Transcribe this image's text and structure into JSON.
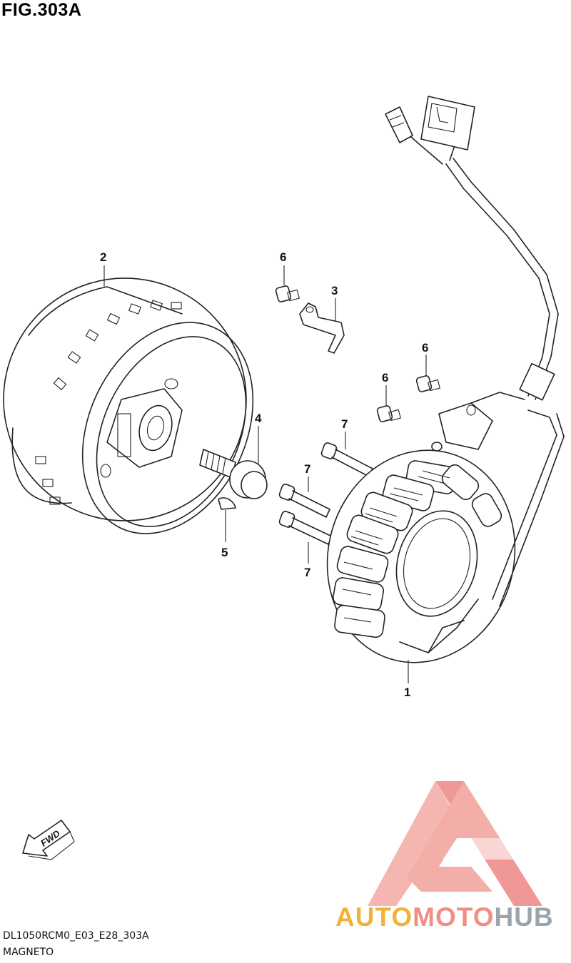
{
  "figure": {
    "title": "FIG.303A"
  },
  "callouts": [
    {
      "id": "c1",
      "label": "1"
    },
    {
      "id": "c2",
      "label": "2"
    },
    {
      "id": "c3",
      "label": "3"
    },
    {
      "id": "c4",
      "label": "4"
    },
    {
      "id": "c5",
      "label": "5"
    },
    {
      "id": "c6a",
      "label": "6"
    },
    {
      "id": "c6b",
      "label": "6"
    },
    {
      "id": "c6c",
      "label": "6"
    },
    {
      "id": "c7a",
      "label": "7"
    },
    {
      "id": "c7b",
      "label": "7"
    },
    {
      "id": "c7c",
      "label": "7"
    }
  ],
  "fwd_label": "FWD",
  "footer": {
    "code": "DL1050RCM0_E03_E28_303A",
    "section": "MAGNETO"
  },
  "watermark": {
    "part1": "AUTO",
    "part2": "MOTO",
    "part3": "HUB",
    "colors": {
      "auto": "#f2b23a",
      "moto": "#ef8f86",
      "hub": "#9aa4ad",
      "logo": "#ee8783"
    }
  }
}
